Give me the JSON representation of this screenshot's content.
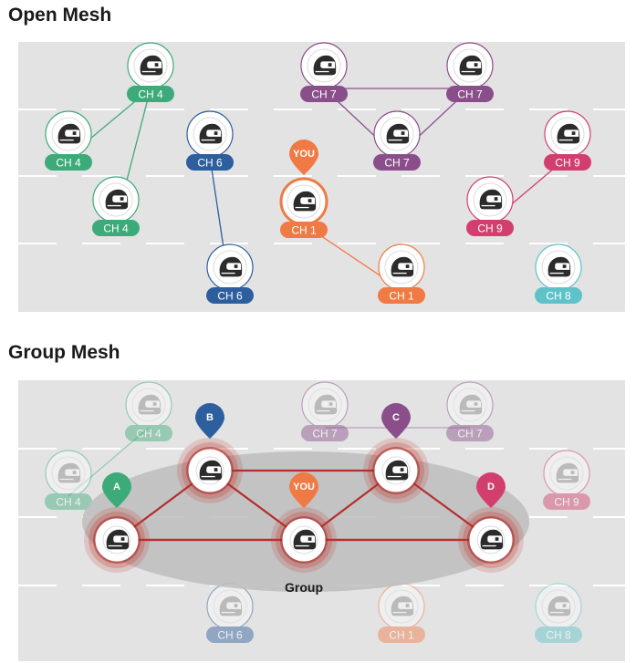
{
  "titles": {
    "open": "Open Mesh",
    "group": "Group Mesh"
  },
  "colors": {
    "ch4": "#3daa7a",
    "ch6": "#2d5e9e",
    "ch7": "#8a4f8a",
    "ch9": "#d23f6e",
    "ch1": "#f07a44",
    "ch8": "#5ec3c8",
    "link_red": "#b52d2d",
    "panel": "#e3e3e3",
    "helmet": "#2b2b2b"
  },
  "open_mesh": {
    "nodes": [
      {
        "id": "o1",
        "label": "CH 4",
        "color": "ch4"
      },
      {
        "id": "o2",
        "label": "CH 4",
        "color": "ch4"
      },
      {
        "id": "o3",
        "label": "CH 4",
        "color": "ch4"
      },
      {
        "id": "o4",
        "label": "CH 6",
        "color": "ch6"
      },
      {
        "id": "o5",
        "label": "CH 6",
        "color": "ch6"
      },
      {
        "id": "o6",
        "label": "CH 7",
        "color": "ch7"
      },
      {
        "id": "o7",
        "label": "CH 7",
        "color": "ch7"
      },
      {
        "id": "o8",
        "label": "CH 7",
        "color": "ch7"
      },
      {
        "id": "o9",
        "label": "CH 1",
        "color": "ch1",
        "marker": "YOU"
      },
      {
        "id": "o10",
        "label": "CH 1",
        "color": "ch1"
      },
      {
        "id": "o11",
        "label": "CH 9",
        "color": "ch9"
      },
      {
        "id": "o12",
        "label": "CH 9",
        "color": "ch9"
      },
      {
        "id": "o13",
        "label": "CH 8",
        "color": "ch8"
      }
    ],
    "links": [
      [
        "o1",
        "o2"
      ],
      [
        "o1",
        "o3"
      ],
      [
        "o4",
        "o5"
      ],
      [
        "o6",
        "o7"
      ],
      [
        "o6",
        "o8"
      ],
      [
        "o7",
        "o8"
      ],
      [
        "o9",
        "o10"
      ],
      [
        "o11",
        "o12"
      ]
    ]
  },
  "group_mesh": {
    "group_label": "Group",
    "faded_nodes": [
      {
        "id": "g1",
        "label": "CH 4",
        "color": "ch4"
      },
      {
        "id": "g2",
        "label": "CH 4",
        "color": "ch4"
      },
      {
        "id": "g3",
        "label": "CH 7",
        "color": "ch7"
      },
      {
        "id": "g4",
        "label": "CH 7",
        "color": "ch7"
      },
      {
        "id": "g5",
        "label": "CH 9",
        "color": "ch9"
      },
      {
        "id": "g6",
        "label": "CH 6",
        "color": "ch6"
      },
      {
        "id": "g7",
        "label": "CH 1",
        "color": "ch1"
      },
      {
        "id": "g8",
        "label": "CH 8",
        "color": "ch8"
      }
    ],
    "faded_links": [
      [
        "g1",
        "g2"
      ],
      [
        "g3",
        "g4"
      ]
    ],
    "members": [
      {
        "id": "A",
        "marker": "A",
        "color": "ch4"
      },
      {
        "id": "B",
        "marker": "B",
        "color": "ch6"
      },
      {
        "id": "YOU",
        "marker": "YOU",
        "color": "ch1"
      },
      {
        "id": "C",
        "marker": "C",
        "color": "ch7"
      },
      {
        "id": "D",
        "marker": "D",
        "color": "ch9"
      }
    ],
    "links": [
      [
        "A",
        "B"
      ],
      [
        "A",
        "YOU"
      ],
      [
        "A",
        "D"
      ],
      [
        "B",
        "C"
      ],
      [
        "B",
        "YOU"
      ],
      [
        "C",
        "YOU"
      ],
      [
        "C",
        "D"
      ],
      [
        "YOU",
        "D"
      ]
    ]
  }
}
